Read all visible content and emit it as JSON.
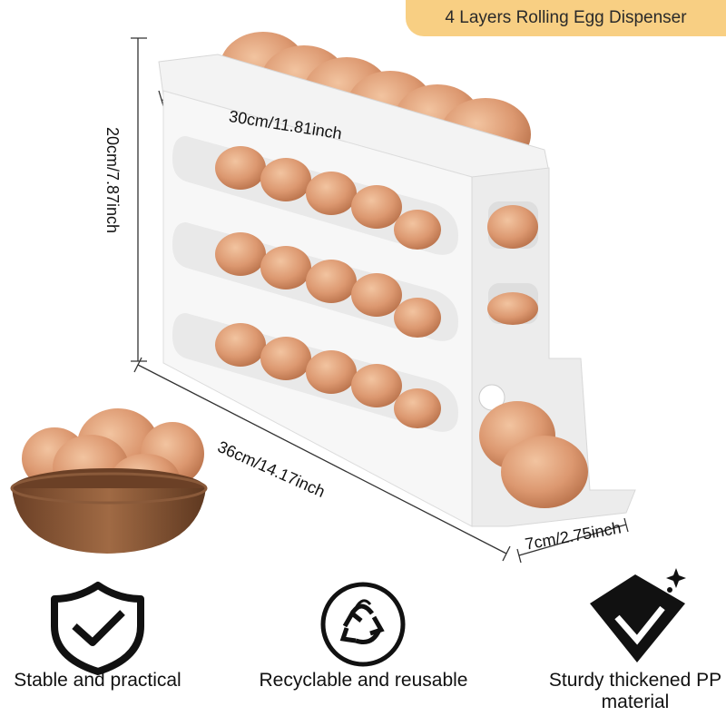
{
  "title": "4 Layers Rolling Egg Dispenser",
  "dimensions": {
    "top_width": "30cm/11.81inch",
    "height": "20cm/7.87inch",
    "length": "36cm/14.17inch",
    "depth": "7cm/2.75inch"
  },
  "features": [
    {
      "label": "Stable and practical",
      "icon": "shield-check-icon"
    },
    {
      "label": "Recyclable and reusable",
      "icon": "recycle-icon"
    },
    {
      "label": "Sturdy thickened PP material",
      "icon": "diamond-check-icon"
    }
  ],
  "colors": {
    "badge": "#f8cf83",
    "egg": "#d9946a",
    "bowl": "#8a5a3a",
    "icon": "#111111"
  }
}
